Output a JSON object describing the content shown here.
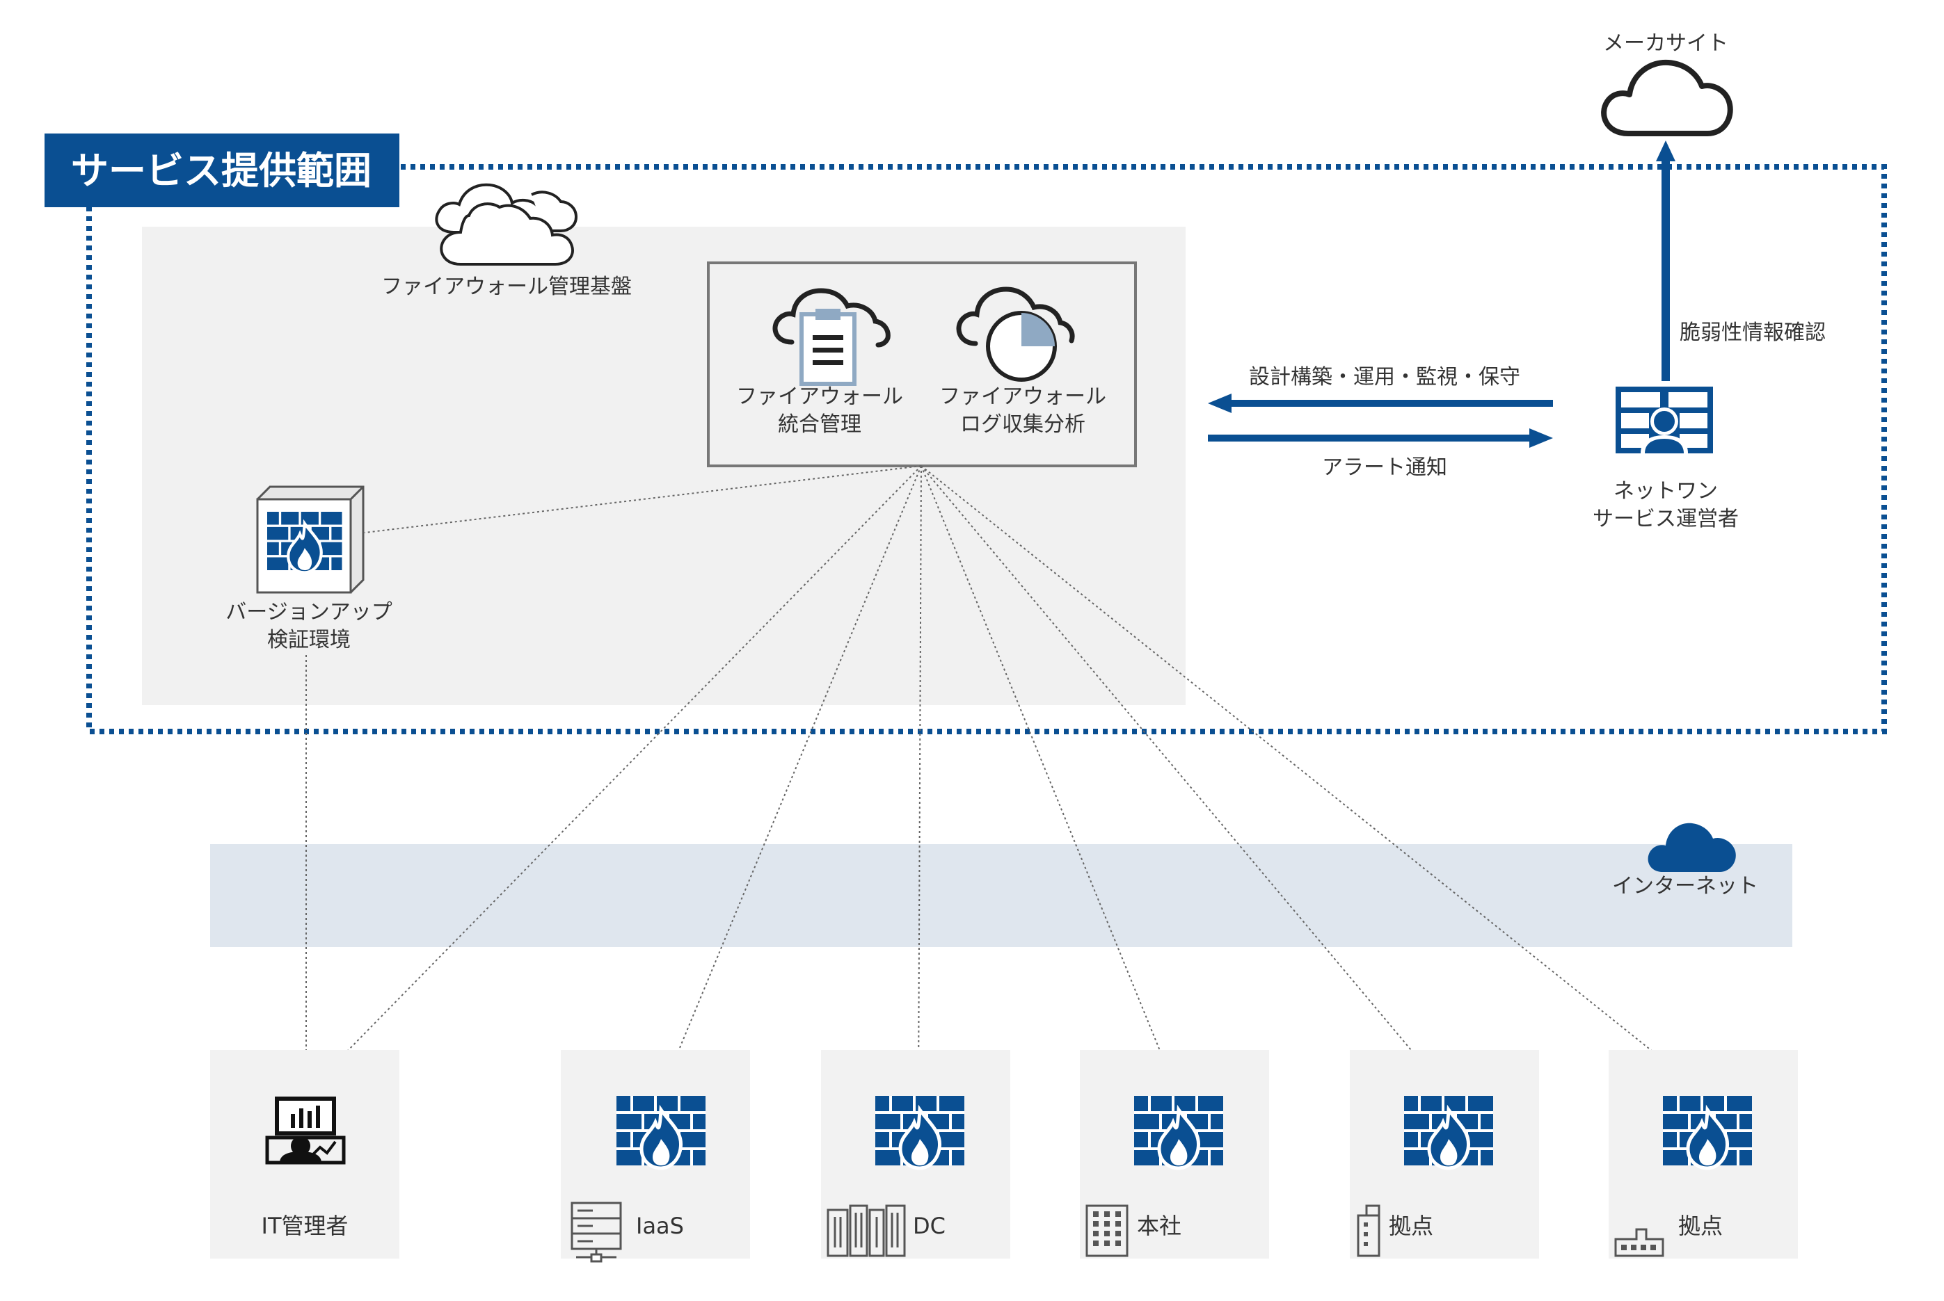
{
  "diagram": {
    "scope_title": "サービス提供範囲",
    "maker_site": "メーカサイト",
    "fw_platform": "ファイアウォール管理基盤",
    "fw_integrated_line1": "ファイアウォール",
    "fw_integrated_line2": "統合管理",
    "fw_log_line1": "ファイアウォール",
    "fw_log_line2": "ログ収集分析",
    "verify_line1": "バージョンアップ",
    "verify_line2": "検証環境",
    "vuln_check": "脆弱性情報確認",
    "design_ops": "設計構築・運用・監視・保守",
    "alert": "アラート通知",
    "operator_line1": "ネットワン",
    "operator_line2": "サービス運営者",
    "internet": "インターネット",
    "sites": [
      {
        "label": "IT管理者",
        "icon": "admin-monitor-icon"
      },
      {
        "label": "IaaS",
        "icon": "server-rack-icon"
      },
      {
        "label": "DC",
        "icon": "datacenter-icon"
      },
      {
        "label": "本社",
        "icon": "building-icon"
      },
      {
        "label": "拠点",
        "icon": "small-office-icon"
      },
      {
        "label": "拠点",
        "icon": "factory-icon"
      }
    ],
    "colors": {
      "brand_blue": "#0a4f92",
      "panel_gray": "#f1f1f1",
      "internet_band": "#dfe6ee",
      "site_box": "#f2f2f2"
    }
  }
}
